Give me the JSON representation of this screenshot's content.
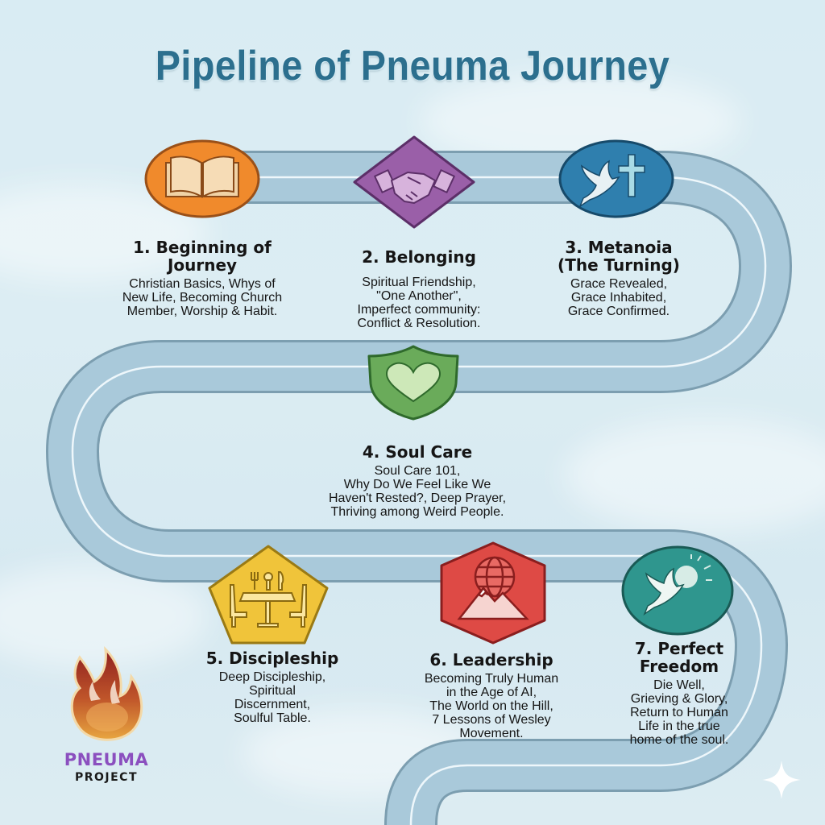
{
  "title": "Pipeline of Pneuma Journey",
  "colors": {
    "title": "#2c6f8e",
    "road": "#a9c9da",
    "road_edge": "#7c9eb0",
    "road_line": "#eef7fb",
    "background": "#d9ecf3",
    "logo_word": "#8b4fbf"
  },
  "stages": [
    {
      "number": 1,
      "title": "1. Beginning of Journey",
      "title_lines": [
        "1. Beginning of",
        "Journey"
      ],
      "description_lines": [
        "Christian Basics, Whys of",
        "New Life, Becoming Church",
        "Member, Worship & Habit."
      ],
      "icon": "open-book-icon",
      "badge_shape": "ellipse",
      "color": "#f08a2c"
    },
    {
      "number": 2,
      "title": "2. Belonging",
      "title_lines": [
        "2. Belonging"
      ],
      "description_lines": [
        "Spiritual Friendship,",
        "\"One Another\",",
        "Imperfect community:",
        "Conflict & Resolution."
      ],
      "icon": "handshake-icon",
      "badge_shape": "diamond",
      "color": "#9a5fa8"
    },
    {
      "number": 3,
      "title": "3. Metanoia (The Turning)",
      "title_lines": [
        "3. Metanoia",
        "(The Turning)"
      ],
      "description_lines": [
        "Grace Revealed,",
        "Grace Inhabited,",
        "Grace Confirmed."
      ],
      "icon": "dove-cross-icon",
      "badge_shape": "ellipse",
      "color": "#2f7fae"
    },
    {
      "number": 4,
      "title": "4. Soul Care",
      "title_lines": [
        "4. Soul Care"
      ],
      "description_lines": [
        "Soul Care 101,",
        "Why Do We Feel Like We",
        "Haven't Rested?, Deep Prayer,",
        "Thriving among Weird People."
      ],
      "icon": "heart-shield-icon",
      "badge_shape": "shield",
      "color": "#6aab5a"
    },
    {
      "number": 5,
      "title": "5. Discipleship",
      "title_lines": [
        "5. Discipleship"
      ],
      "description_lines": [
        "Deep Discipleship,",
        "Spiritual",
        "Discernment,",
        "Soulful Table."
      ],
      "icon": "dining-table-icon",
      "badge_shape": "pentagon",
      "color": "#f0c43a"
    },
    {
      "number": 6,
      "title": "6. Leadership",
      "title_lines": [
        "6. Leadership"
      ],
      "description_lines": [
        "Becoming Truly Human",
        "in the Age of AI,",
        "The World on the Hill,",
        "7 Lessons of Wesley",
        "Movement."
      ],
      "icon": "globe-mountain-icon",
      "badge_shape": "hexagon",
      "color": "#de4a45"
    },
    {
      "number": 7,
      "title": "7. Perfect Freedom",
      "title_lines": [
        "7. Perfect",
        "Freedom"
      ],
      "description_lines": [
        "Die Well,",
        "Grieving & Glory,",
        "Return to Human",
        "Life in the true",
        "home of the soul."
      ],
      "icon": "dove-sun-icon",
      "badge_shape": "ellipse",
      "color": "#2f968e"
    }
  ],
  "logo": {
    "icon": "flame-logo-icon",
    "word": "PNEUMA",
    "sub": "PROJECT"
  },
  "decoration": {
    "icon": "sparkle-icon"
  }
}
